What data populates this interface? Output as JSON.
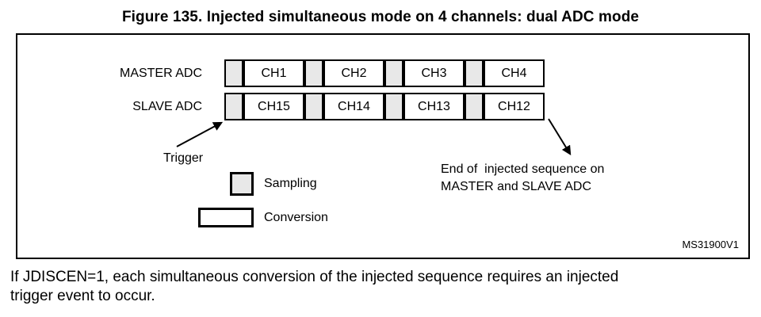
{
  "title": "Figure 135. Injected simultaneous mode on 4 channels: dual ADC mode",
  "diagram": {
    "master": {
      "label": "MASTER ADC",
      "channels": [
        "CH1",
        "CH2",
        "CH3",
        "CH4"
      ]
    },
    "slave": {
      "label": "SLAVE ADC",
      "channels": [
        "CH15",
        "CH14",
        "CH13",
        "CH12"
      ]
    },
    "trigger_label": "Trigger",
    "end_note": {
      "line1": "End of  injected sequence on",
      "line2": "MASTER and SLAVE ADC"
    },
    "legend": {
      "sampling_label": "Sampling",
      "conversion_label": "Conversion"
    },
    "code": "MS31900V1",
    "colors": {
      "sampling_fill": "#e8e8e8",
      "conversion_fill": "#ffffff",
      "line": "#000000"
    }
  },
  "caption": {
    "line1": "If JDISCEN=1, each simultaneous conversion of the injected sequence requires an injected",
    "line2": "trigger event to occur."
  }
}
